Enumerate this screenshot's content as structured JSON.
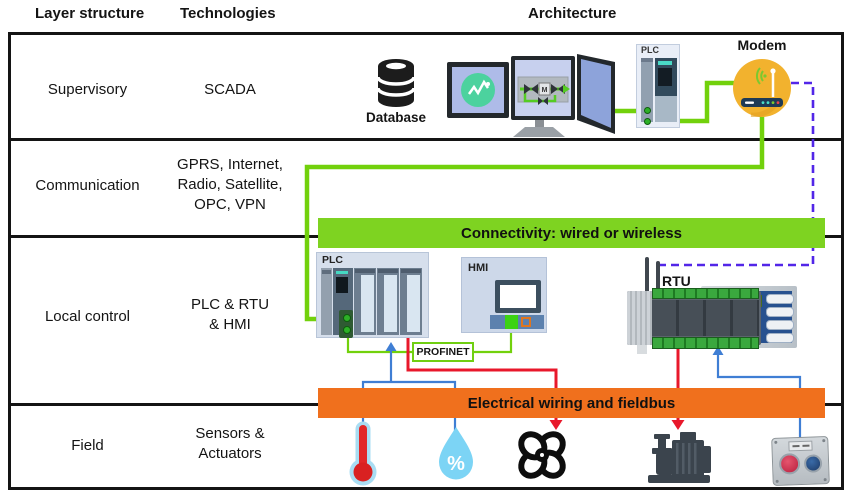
{
  "header": {
    "layer_structure": "Layer structure",
    "technologies": "Technologies",
    "architecture": "Architecture"
  },
  "rows": [
    {
      "layer": "Supervisory",
      "tech_lines": [
        "SCADA"
      ]
    },
    {
      "layer": "Communication",
      "tech_lines": [
        "GPRS, Internet,",
        "Radio, Satellite,",
        "OPC, VPN"
      ]
    },
    {
      "layer": "Local control",
      "tech_lines": [
        "PLC & RTU",
        "& HMI"
      ]
    },
    {
      "layer": "Field",
      "tech_lines": [
        "Sensors &",
        "Actuators"
      ]
    }
  ],
  "bars": {
    "connectivity": "Connectivity: wired or wireless",
    "fieldbus": "Electrical wiring and fieldbus"
  },
  "devices": {
    "database_label": "Database",
    "modem_label": "Modem",
    "supervisory_plc_label": "PLC",
    "local_plc_label": "PLC",
    "hmi_label": "HMI",
    "rtu_label": "RTU",
    "profinet_label": "PROFINET",
    "scada_motor_label": "M",
    "humidity_symbol": "%"
  },
  "icons": {
    "monitor-cluster-icon": "three SCADA operator monitors with trend + P&ID screens",
    "database-icon": "black stacked-cylinder database",
    "modem-icon": "amber circle with wireless router and antenna",
    "rtu-antenna-icon": "two radio antennas",
    "thermometer-icon": "red thermometer sensor",
    "humidity-icon": "light-blue droplet with percent sign",
    "fan-icon": "black four-blade fan actuator",
    "pump-icon": "dark pump with motor silhouette",
    "pushbutton-box-icon": "grey control box with red and blue push buttons"
  },
  "colors": {
    "line_green": "#72d10c",
    "bar_green": "#7ed321",
    "bar_orange": "#f0701d",
    "wire_red": "#e8182b",
    "wire_blue": "#3f7ed4",
    "wireless_purple": "#5226e8",
    "modem_amber": "#f2b22e",
    "frame_black": "#141414"
  }
}
